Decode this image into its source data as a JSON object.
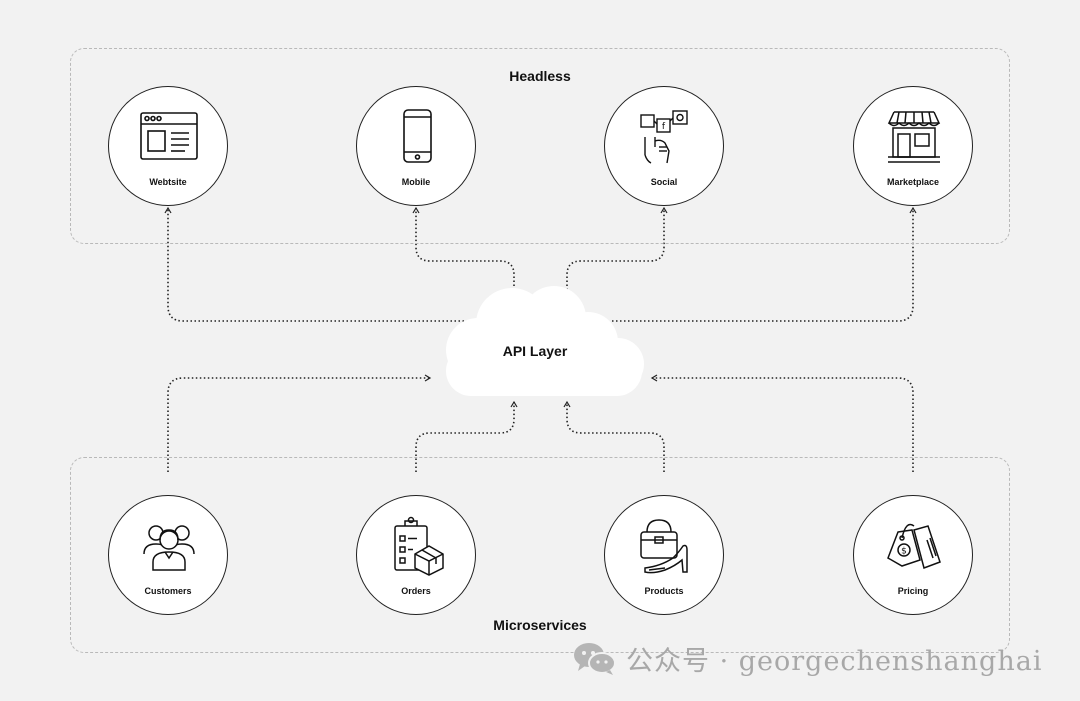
{
  "headless": {
    "title": "Headless",
    "channels": [
      {
        "label": "Webtsite",
        "icon": "website-icon"
      },
      {
        "label": "Mobile",
        "icon": "mobile-icon"
      },
      {
        "label": "Social",
        "icon": "social-icon"
      },
      {
        "label": "Marketplace",
        "icon": "marketplace-icon"
      }
    ]
  },
  "api": {
    "label": "API Layer",
    "icon": "cloud-icon"
  },
  "microservices": {
    "title": "Microservices",
    "services": [
      {
        "label": "Customers",
        "icon": "customers-icon"
      },
      {
        "label": "Orders",
        "icon": "orders-icon"
      },
      {
        "label": "Products",
        "icon": "products-icon"
      },
      {
        "label": "Pricing",
        "icon": "pricing-icon"
      }
    ]
  },
  "watermark": {
    "text": "公众号 · georgechenshanghai",
    "icon": "wechat-icon"
  },
  "colors": {
    "background": "#f2f2f2",
    "line": "#222222",
    "dash_border": "#b9b9b9",
    "watermark": "#a8a8a8"
  }
}
